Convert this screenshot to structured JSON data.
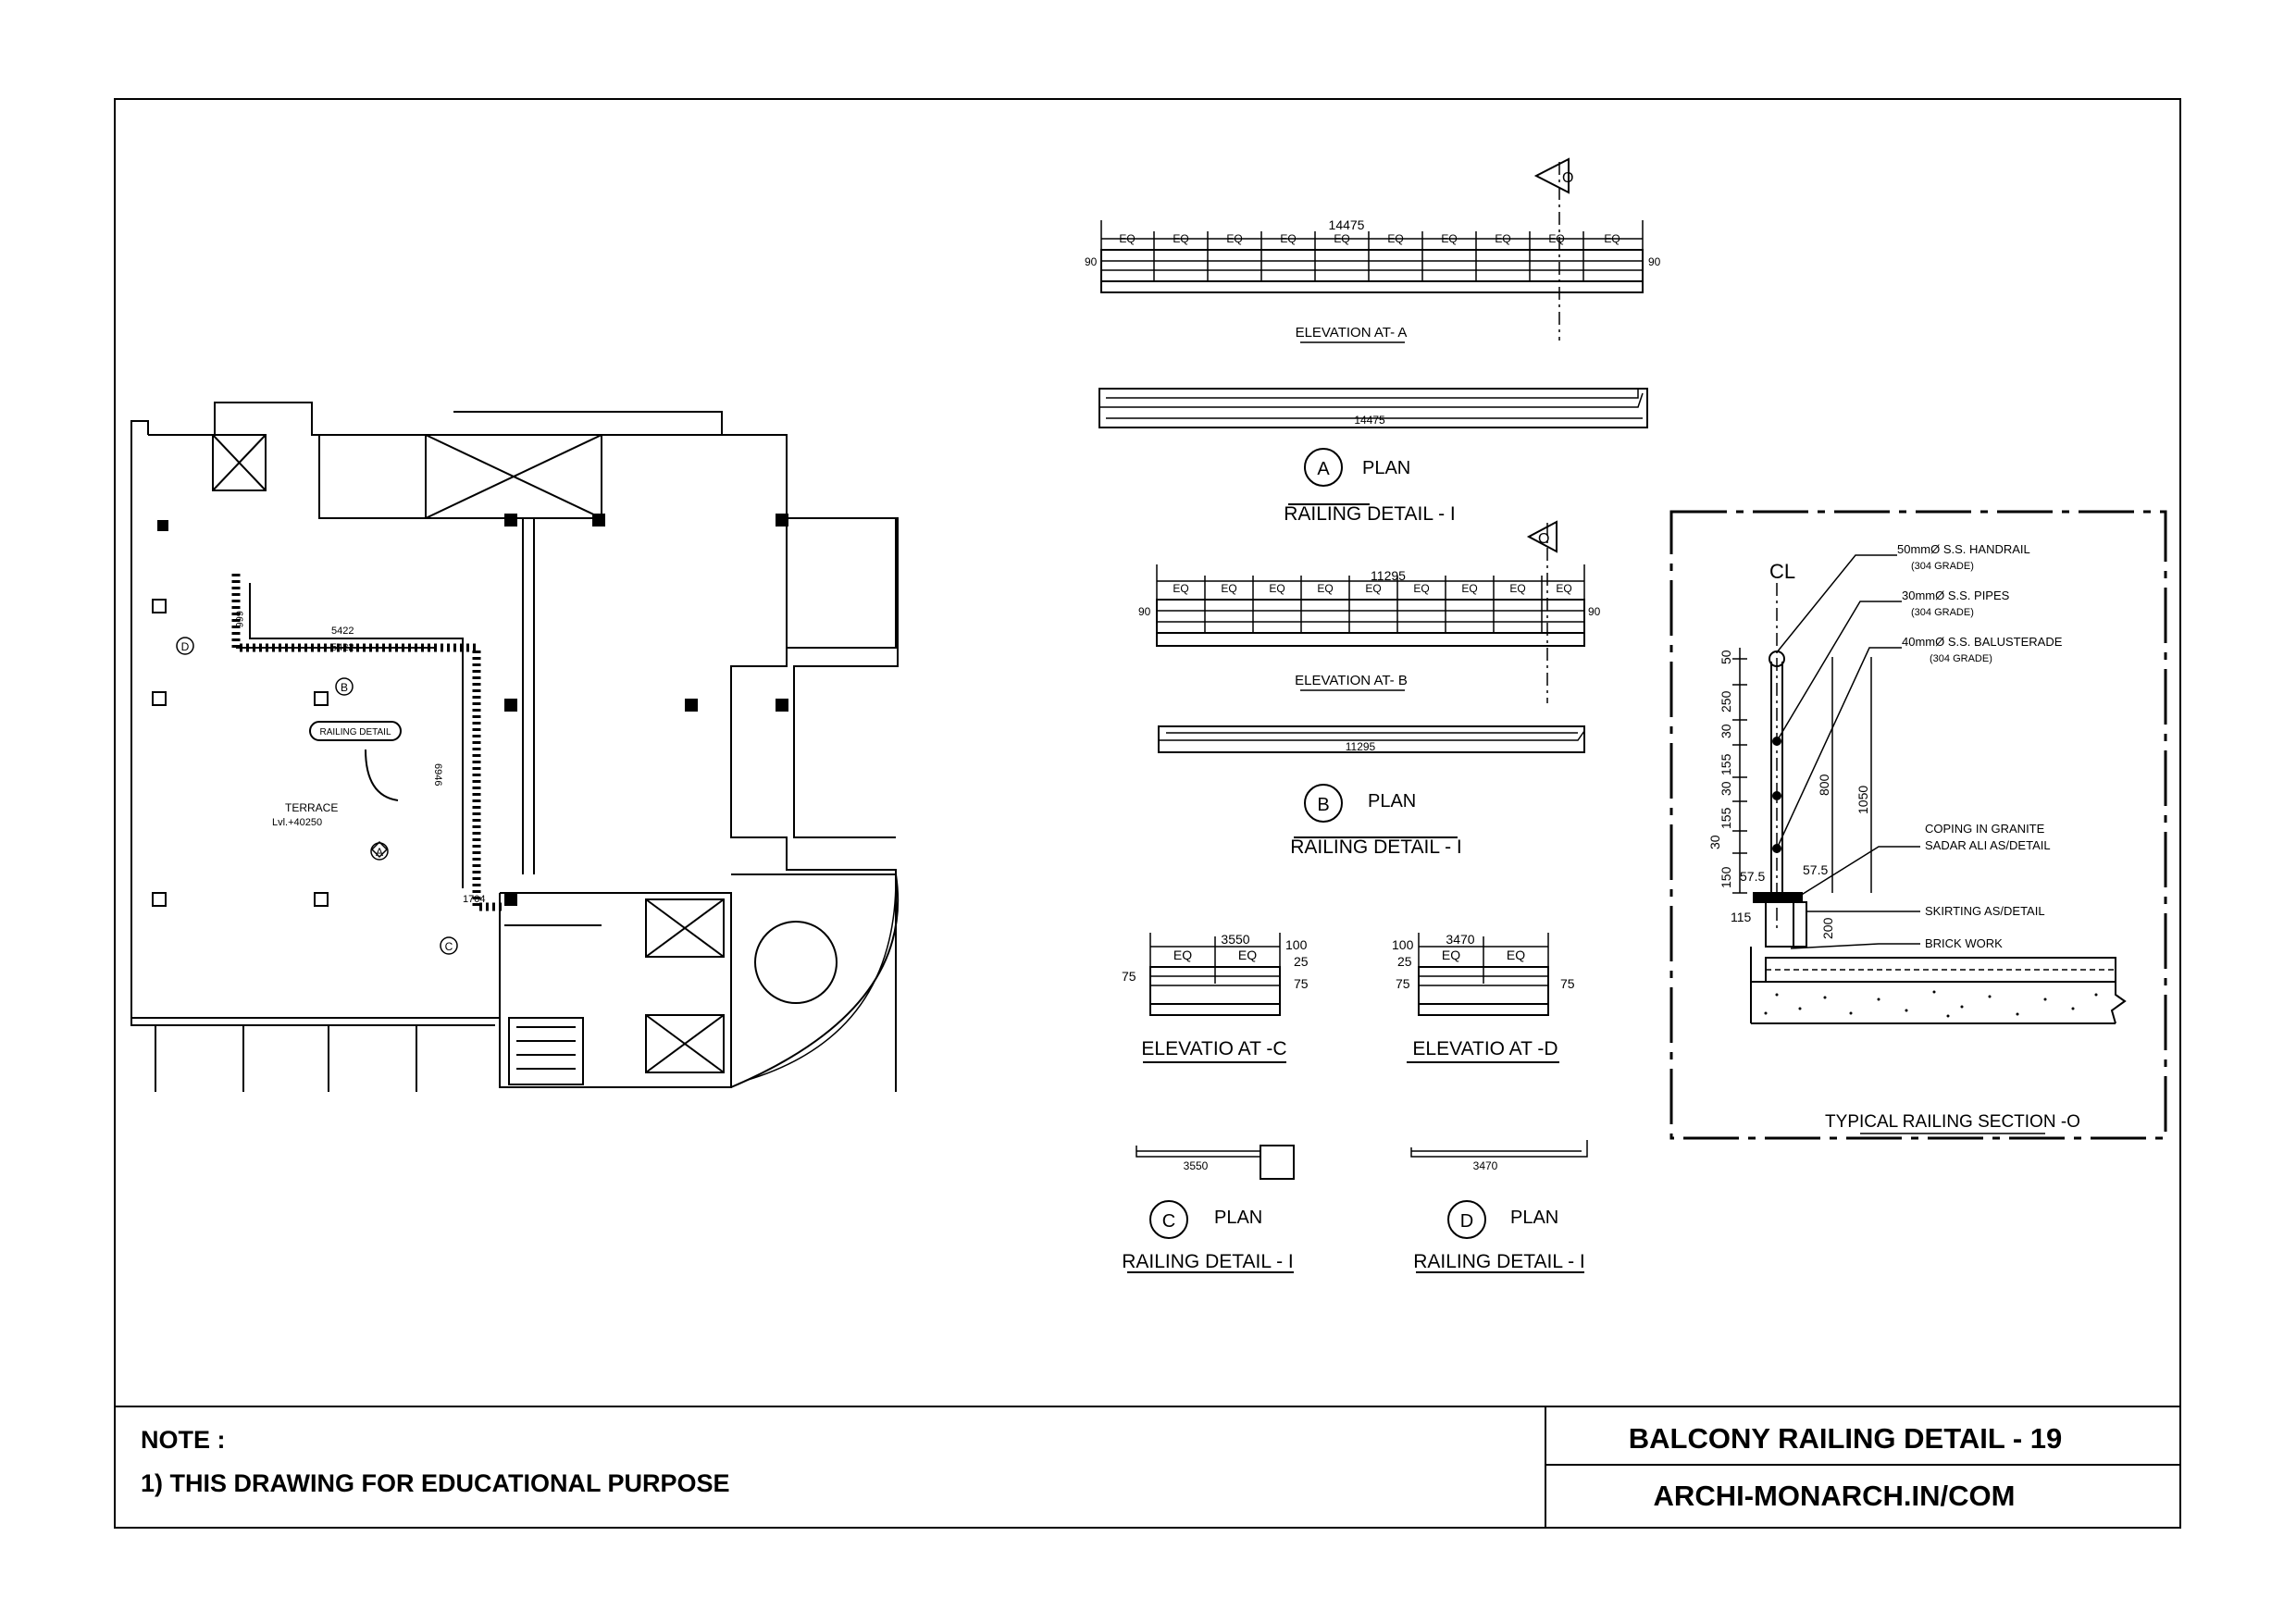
{
  "title_block": {
    "note_heading": "NOTE :",
    "note_line": "1) THIS DRAWING FOR EDUCATIONAL PURPOSE",
    "sheet_title": "BALCONY RAILING DETAIL - 19",
    "website": "ARCHI-MONARCH.IN/COM"
  },
  "floor_plan": {
    "terrace_label": "TERRACE",
    "terrace_level": "Lvl.+40250",
    "railing_tag": "RAILING DETAIL",
    "dim_1": "5422",
    "dim_2": "5422",
    "dim_3": "666",
    "dim_4": "6946",
    "dim_5": "1704",
    "markers": {
      "a": "A",
      "b": "B",
      "c": "C",
      "d": "D"
    }
  },
  "detail_a": {
    "overall_dim": "14475",
    "eq_label": "EQ",
    "end_dim": "90",
    "elevation_title": "ELEVATION AT- A",
    "plan_dim": "14475",
    "marker": "A",
    "plan_label": "PLAN",
    "railing_title": "RAILING DETAIL - I",
    "section_marker": "O"
  },
  "detail_b": {
    "overall_dim": "11295",
    "eq_label": "EQ",
    "end_dim": "90",
    "elevation_title": "ELEVATION AT- B",
    "plan_dim": "11295",
    "marker": "B",
    "plan_label": "PLAN",
    "railing_title": "RAILING DETAIL - I",
    "section_marker": "O"
  },
  "detail_c": {
    "overall_dim": "3550",
    "eq_label": "EQ",
    "dim_100": "100",
    "dim_25": "25",
    "dim_75": "75",
    "elevation_title": "ELEVATIO AT  -C",
    "plan_dim": "3550",
    "marker": "C",
    "plan_label": "PLAN",
    "railing_title": "RAILING DETAIL - I"
  },
  "detail_d": {
    "overall_dim": "3470",
    "eq_label": "EQ",
    "dim_100": "100",
    "dim_25": "25",
    "dim_75": "75",
    "elevation_title": "ELEVATIO AT  -D",
    "plan_dim": "3470",
    "marker": "D",
    "plan_label": "PLAN",
    "railing_title": "RAILING DETAIL - I"
  },
  "section_o": {
    "centerline": "CL",
    "handrail": "50mmØ S.S. HANDRAIL",
    "handrail_grade": "(304 GRADE)",
    "pipes": "30mmØ S.S. PIPES",
    "pipes_grade": "(304 GRADE)",
    "balusterade": "40mmØ S.S. BALUSTERADE",
    "balusterade_grade": "(304 GRADE)",
    "coping_1": "COPING IN GRANITE",
    "coping_2": "SADAR ALI AS/DETAIL",
    "skirting": "SKIRTING   AS/DETAIL",
    "brickwork": "BRICK WORK",
    "vdims": [
      "50",
      "250",
      "30",
      "155",
      "30",
      "155",
      "30",
      "150"
    ],
    "dim_800": "800",
    "dim_1050": "1050",
    "dim_57_left": "57.5",
    "dim_57_right": "57.5",
    "dim_115": "115",
    "dim_200": "200",
    "title": "TYPICAL RAILING SECTION -O"
  }
}
